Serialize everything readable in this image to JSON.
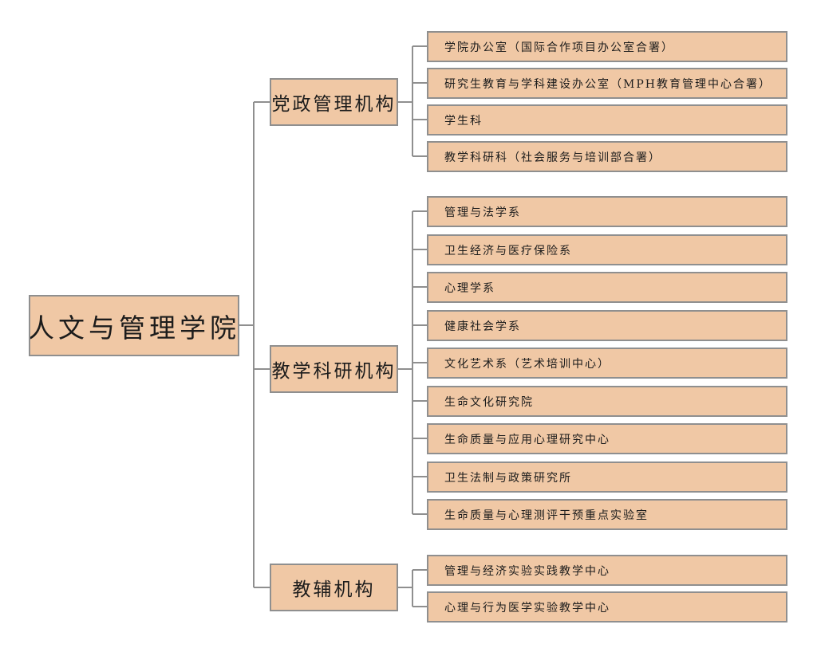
{
  "org_chart": {
    "root": "人文与管理学院",
    "connector_color": "#8f8f8f",
    "box_fill": "#f0c8a5",
    "groups": [
      {
        "label": "党政管理机构",
        "units": [
          "学院办公室（国际合作项目办公室合署）",
          "研究生教育与学科建设办公室（MPH教育管理中心合署）",
          "学生科",
          "教学科研科（社会服务与培训部合署）"
        ]
      },
      {
        "label": "教学科研机构",
        "units": [
          "管理与法学系",
          "卫生经济与医疗保险系",
          "心理学系",
          "健康社会学系",
          "文化艺术系（艺术培训中心）",
          "生命文化研究院",
          "生命质量与应用心理研究中心",
          "卫生法制与政策研究所",
          "生命质量与心理测评干预重点实验室"
        ]
      },
      {
        "label": "教辅机构",
        "units": [
          "管理与经济实验实践教学中心",
          "心理与行为医学实验教学中心"
        ]
      }
    ]
  }
}
